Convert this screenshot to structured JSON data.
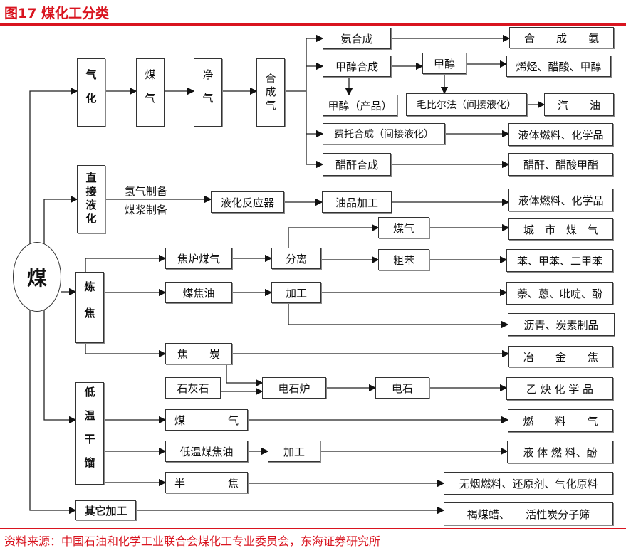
{
  "title": "图17  煤化工分类",
  "root": "煤",
  "gasification": {
    "steps": [
      "气化",
      "煤气",
      "净气",
      "合成气"
    ],
    "ammonia": "氨合成",
    "ammonia_out": "合　　成　　氨",
    "methanol_syn": "甲醇合成",
    "methanol": "甲醇",
    "methanol_out": "烯烃、醋酸、甲醇",
    "methanol_product": "甲醇（产品）",
    "mobil": "毛比尔法（间接液化）",
    "gasoline": "汽　　油",
    "ft": "费托合成（间接液化）",
    "ft_out": "液体燃料、化学品",
    "acetic": "醋酐合成",
    "acetic_out": "醋酐、醋酸甲酯"
  },
  "direct": {
    "label": "直接液化",
    "h2": "氢气制备",
    "slurry": "煤浆制备",
    "reactor": "液化反应器",
    "oil": "油品加工",
    "out": "液体燃料、化学品"
  },
  "coking": {
    "label": "炼焦",
    "coke_gas": "焦炉煤气",
    "separation": "分离",
    "gas": "煤气",
    "crude_benzene": "粗苯",
    "city_gas": "城　市　煤　气",
    "benzene_out": "苯、甲苯、二甲苯",
    "tar": "煤焦油",
    "process": "加工",
    "tar_out1": "萘、蒽、吡啶、酚",
    "tar_out2": "沥青、炭素制品",
    "coke": "焦　　炭",
    "met_coke": "冶　　金　　焦",
    "limestone": "石灰石",
    "carbide_furnace": "电石炉",
    "carbide": "电石",
    "acetylene": "乙 炔 化 学 品"
  },
  "lowtemp": {
    "label": "低温干馏",
    "gas": "煤　　　　气",
    "fuel_gas": "燃　　料　　气",
    "tar": "低温煤焦油",
    "process": "加工",
    "tar_out": "液 体 燃 料、酚",
    "semicoke": "半　　　　焦",
    "semicoke_out": "无烟燃料、还原剂、气化原料"
  },
  "other": {
    "label": "其它加工",
    "out": "褐煤蜡、　　活性炭分子筛"
  },
  "footer": "资料来源：中国石油和化学工业联合会煤化工专业委员会，东海证券研究所"
}
